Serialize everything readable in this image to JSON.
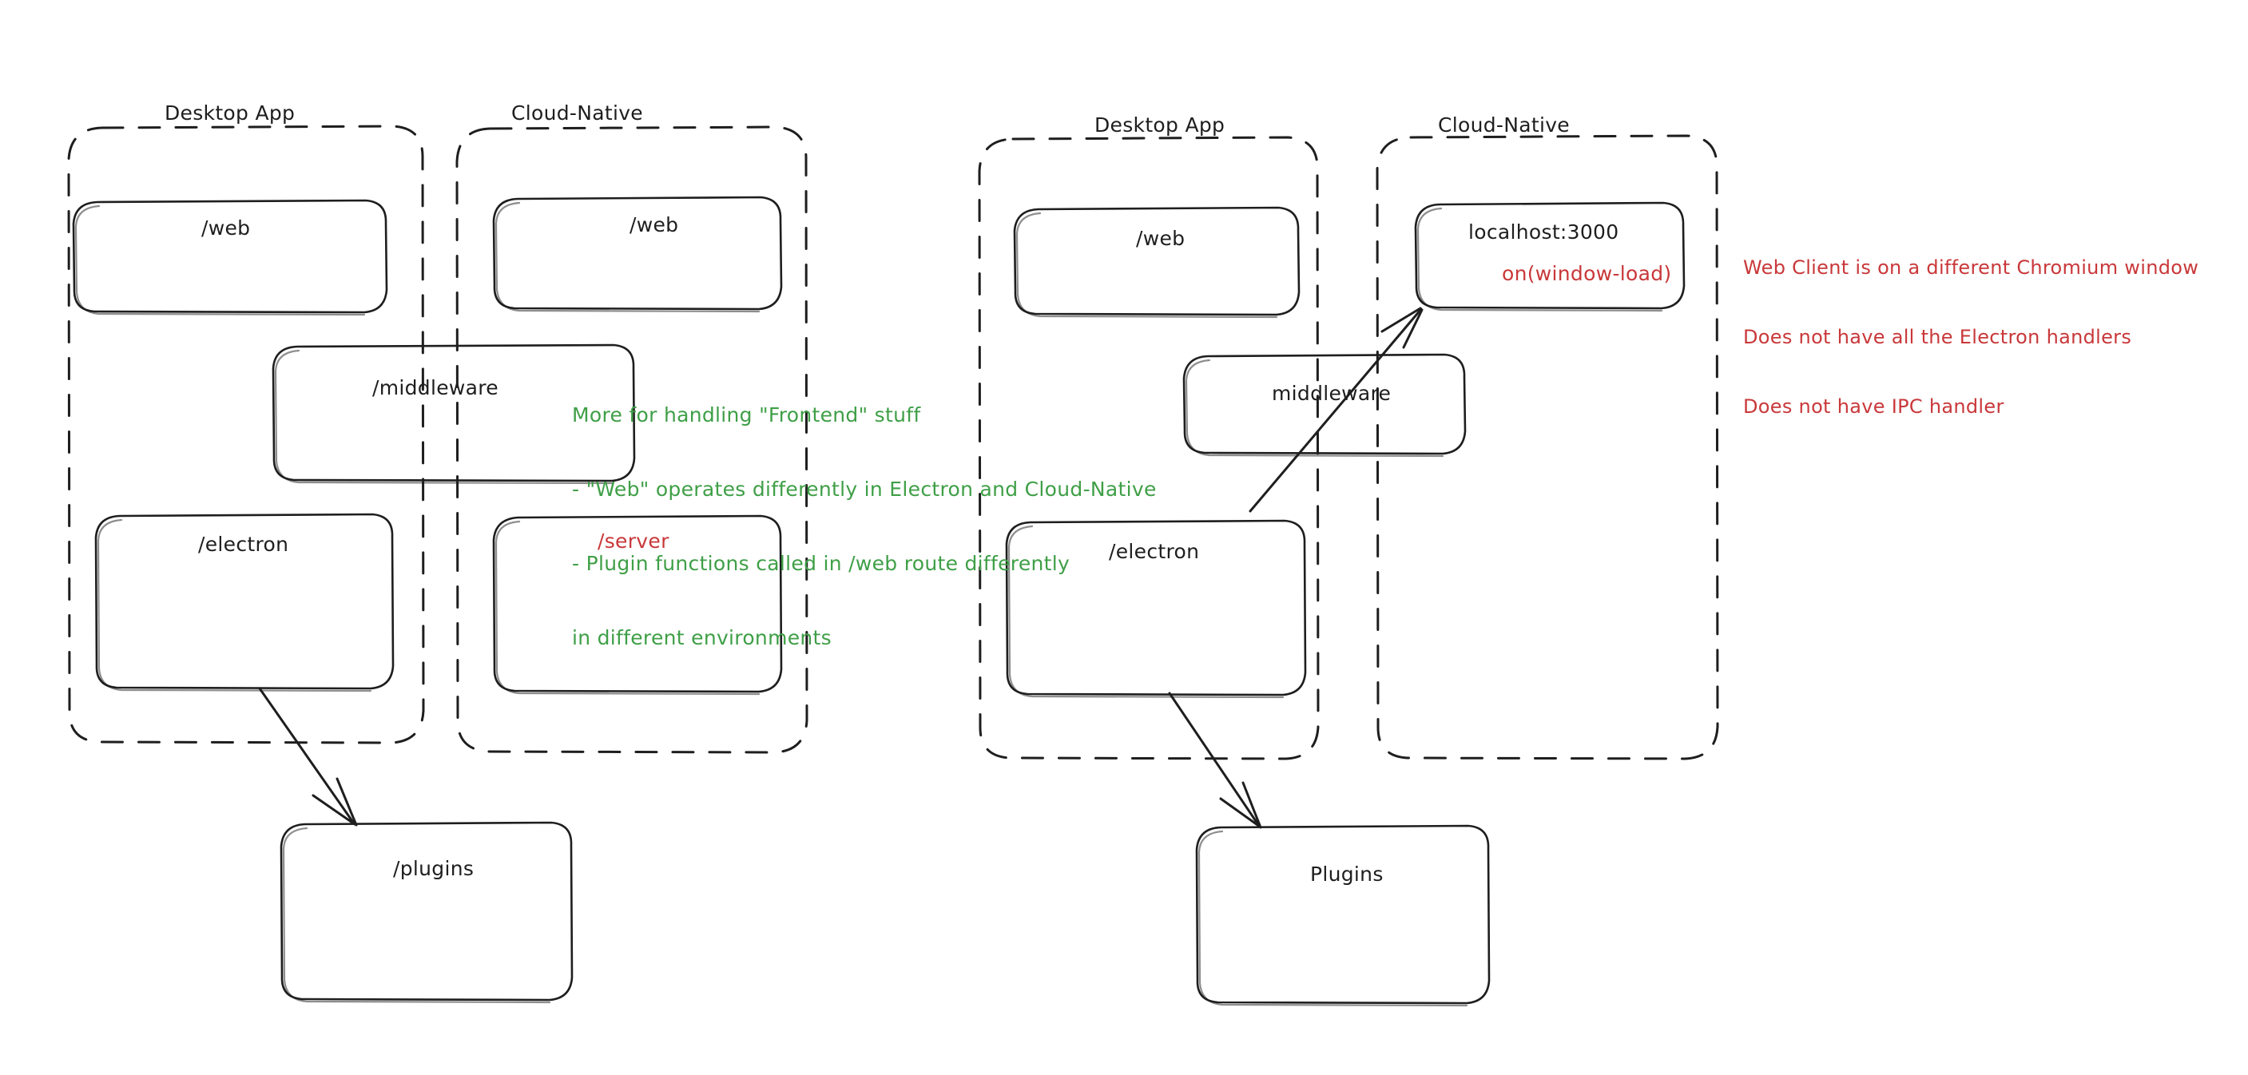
{
  "diagram": {
    "title_style": "hand-drawn architecture sketch",
    "colors": {
      "ink": "#1e1e1e",
      "red": "#c9383a",
      "green": "#3f9f47",
      "background": "#ffffff"
    },
    "clusters": [
      {
        "id": "left",
        "groups": [
          {
            "id": "left-desktop",
            "label": "Desktop App"
          },
          {
            "id": "left-cloud",
            "label": "Cloud-Native"
          }
        ],
        "nodes": [
          {
            "id": "left-desktop-web",
            "label": "/web",
            "color": "ink"
          },
          {
            "id": "left-cloud-web",
            "label": "/web",
            "color": "ink"
          },
          {
            "id": "left-middleware",
            "label": "/middleware",
            "color": "ink"
          },
          {
            "id": "left-electron",
            "label": "/electron",
            "color": "ink"
          },
          {
            "id": "left-server",
            "label": "/server",
            "color": "red"
          },
          {
            "id": "left-plugins",
            "label": "/plugins",
            "color": "ink"
          }
        ],
        "edges": [
          {
            "from": "left-electron",
            "to": "left-plugins"
          }
        ]
      },
      {
        "id": "right",
        "groups": [
          {
            "id": "right-desktop",
            "label": "Desktop App"
          },
          {
            "id": "right-cloud",
            "label": "Cloud-Native"
          }
        ],
        "nodes": [
          {
            "id": "right-desktop-web",
            "label": "/web",
            "color": "ink"
          },
          {
            "id": "right-localhost",
            "label": "localhost:3000",
            "color": "ink",
            "sublabel": "on(window-load)",
            "sublabel_color": "red"
          },
          {
            "id": "right-middleware",
            "label": "middleware",
            "color": "ink"
          },
          {
            "id": "right-electron",
            "label": "/electron",
            "color": "ink"
          },
          {
            "id": "right-plugins",
            "label": "Plugins",
            "color": "ink"
          }
        ],
        "edges": [
          {
            "from": "right-electron",
            "to": "right-localhost"
          },
          {
            "from": "right-electron",
            "to": "right-plugins"
          }
        ]
      }
    ],
    "annotations": [
      {
        "id": "green-note",
        "color": "green",
        "lines": [
          "More for handling \"Frontend\" stuff",
          "- \"Web\" operates differently in Electron and Cloud-Native",
          "- Plugin functions called in /web route differently",
          "in different environments"
        ]
      },
      {
        "id": "red-note",
        "color": "red",
        "lines": [
          "Web Client is on a different Chromium window",
          "Does not have all the Electron handlers",
          "Does not have IPC handler"
        ]
      }
    ]
  }
}
